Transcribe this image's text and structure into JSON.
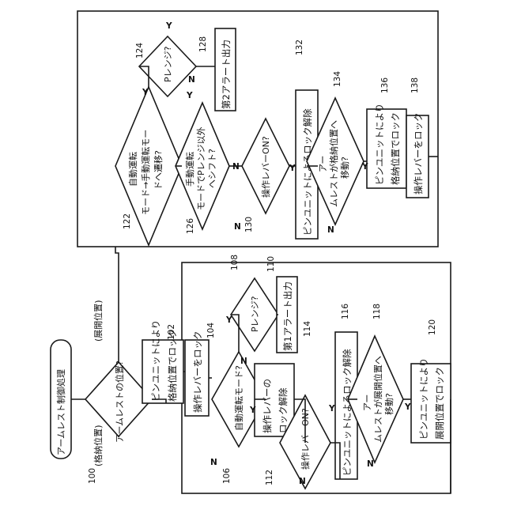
{
  "diagram": {
    "title": "アームレスト制御処理",
    "nodes": {
      "n100": {
        "ref": "100",
        "text": [
          "アームレストの位置?"
        ]
      },
      "n102": {
        "ref": "102",
        "text": [
          "ピンユニットにより",
          "格納位置でロック"
        ]
      },
      "n104": {
        "ref": "104",
        "text": [
          "操作レバーをロック"
        ]
      },
      "n106": {
        "ref": "106",
        "text": [
          "自動運転モード?"
        ]
      },
      "n108": {
        "ref": "108",
        "text": [
          "Pレンジ?"
        ]
      },
      "n110": {
        "ref": "110",
        "text": [
          "第1アラート出力"
        ]
      },
      "n112": {
        "ref": "112",
        "text": [
          "操作レバーの",
          "ロック解除"
        ]
      },
      "n114": {
        "ref": "114",
        "text": [
          "操作レバーON?"
        ]
      },
      "n116": {
        "ref": "116",
        "text": [
          "ピンユニットによるロック解除"
        ]
      },
      "n118": {
        "ref": "118",
        "text": [
          "アー",
          "ムレストが展開位置へ",
          "移動?"
        ]
      },
      "n120": {
        "ref": "120",
        "text": [
          "ピンユニットにより",
          "展開位置でロック"
        ]
      },
      "n122": {
        "ref": "122",
        "text": [
          "自動運転",
          "モード→手動運転モー",
          "ドへ遷移?"
        ]
      },
      "n124": {
        "ref": "124",
        "text": [
          "Pレンジ?"
        ]
      },
      "n126": {
        "ref": "126",
        "text": [
          "手動運転",
          "モードでPレンジ以外",
          "へシフト?"
        ]
      },
      "n128": {
        "ref": "128",
        "text": [
          "第2アラート出力"
        ]
      },
      "n130": {
        "ref": "130",
        "text": [
          "操作レバーON?"
        ]
      },
      "n132": {
        "ref": "132",
        "text": [
          "ピンユニットによるロック解除"
        ]
      },
      "n134": {
        "ref": "134",
        "text": [
          "アー",
          "ムレストが格納位置へ",
          "移動?"
        ]
      },
      "n136": {
        "ref": "136",
        "text": [
          "ピンユニットにより",
          "格納位置でロック"
        ]
      },
      "n138": {
        "ref": "138",
        "text": [
          "操作レバーをロック"
        ]
      }
    },
    "branch_labels": {
      "stowed": "(格納位置)",
      "deployed": "(展開位置)",
      "yes": "Y",
      "no": "N"
    }
  }
}
